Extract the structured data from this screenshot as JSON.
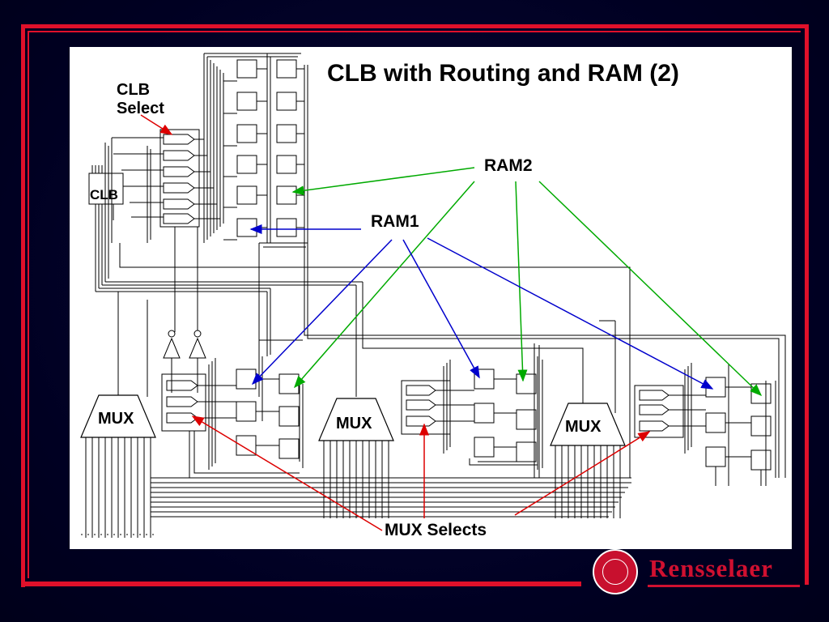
{
  "slide": {
    "title": "CLB with Routing and RAM (2)"
  },
  "labels": {
    "clb_select": "CLB Select",
    "clb": "CLB",
    "ram1": "RAM1",
    "ram2": "RAM2",
    "mux_left": "MUX",
    "mux_middle": "MUX",
    "mux_right": "MUX",
    "mux_selects": "MUX Selects"
  },
  "brand": {
    "name": "Rensselaer"
  },
  "colors": {
    "frame": "#e0102a",
    "ram1_arrows": "#0000cc",
    "ram2_arrows": "#00aa00",
    "select_arrows": "#dd0000",
    "brand": "#d01030"
  }
}
